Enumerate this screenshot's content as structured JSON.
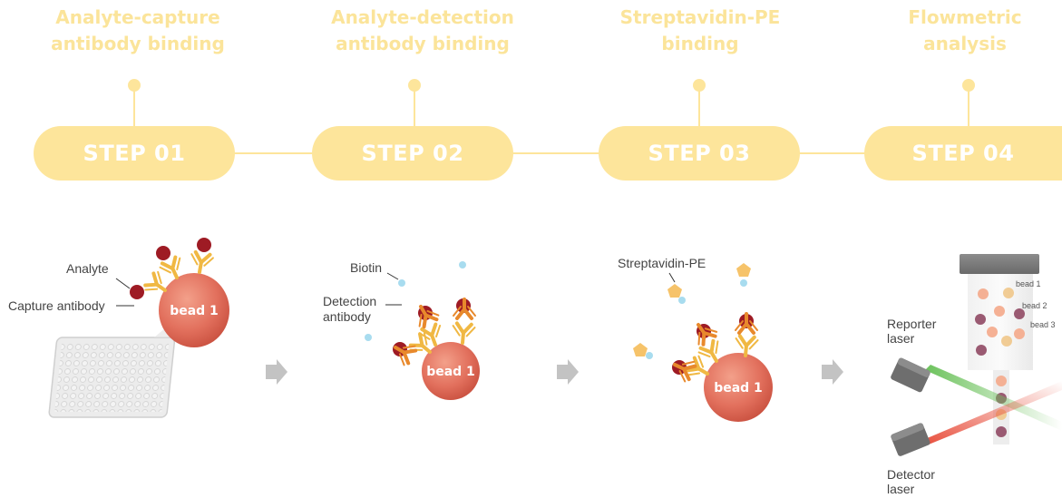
{
  "steps": [
    {
      "title_line1": "Analyte-capture",
      "title_line2": "antibody binding",
      "pill": "STEP 01"
    },
    {
      "title_line1": "Analyte-detection",
      "title_line2": "antibody binding",
      "pill": "STEP 02"
    },
    {
      "title_line1": "Streptavidin-PE",
      "title_line2": "binding",
      "pill": "STEP 03"
    },
    {
      "title_line1": "Flowmetric",
      "title_line2": "analysis",
      "pill": "STEP 04"
    }
  ],
  "panel1": {
    "analyte": "Analyte",
    "capture_antibody": "Capture antibody",
    "bead": "bead 1"
  },
  "panel2": {
    "biotin": "Biotin",
    "detection_line1": "Detection",
    "detection_line2": "antibody",
    "bead": "bead 1"
  },
  "panel3": {
    "streptavidin": "Streptavidin-PE",
    "bead": "bead 1"
  },
  "panel4": {
    "bead1": "bead 1",
    "bead2": "bead 2",
    "bead3": "bead 3",
    "reporter_line1": "Reporter",
    "reporter_line2": "laser",
    "detector_line1": "Detector",
    "detector_line2": "laser"
  },
  "colors": {
    "step_yellow": "#fde59b",
    "antibody_gold": "#f0b843",
    "antibody_orange": "#e8892c",
    "analyte_red": "#9e1b24",
    "bead_salmon": "#e2705d",
    "biotin_blue": "#a8dcef",
    "pe_yellow": "#f6c36a",
    "laser_green": "#6cc25c",
    "laser_red": "#e8503e"
  }
}
